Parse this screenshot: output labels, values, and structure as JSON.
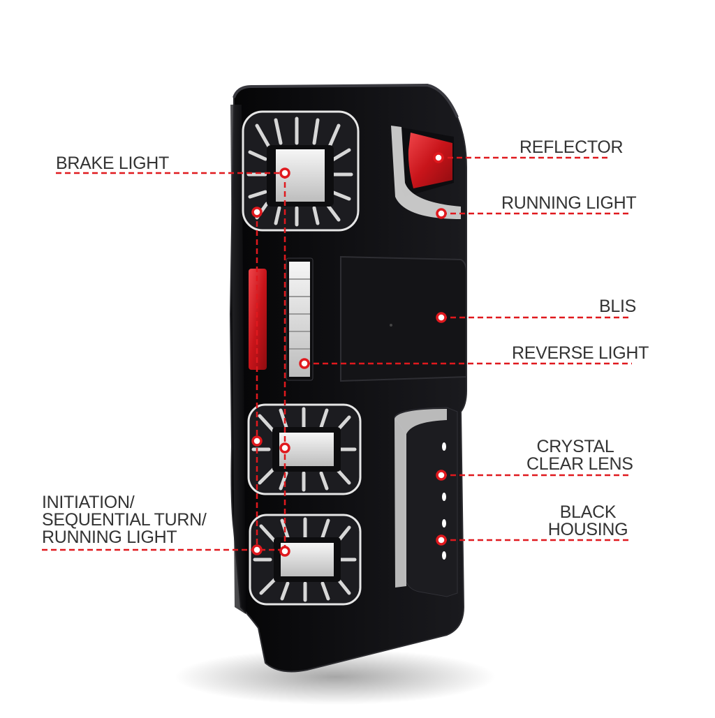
{
  "colors": {
    "leader_line": "#e0191e",
    "label_text": "#333333",
    "housing": "#0c0c0e",
    "red_lens": "#d01a1f",
    "clear_lens": "#e8e8e8"
  },
  "callouts": {
    "brake_light": {
      "label": "BRAKE LIGHT"
    },
    "reflector": {
      "label": "REFLECTOR"
    },
    "running_light": {
      "label": "RUNNING LIGHT"
    },
    "blis": {
      "label": "BLIS"
    },
    "reverse_light": {
      "label": "REVERSE LIGHT"
    },
    "crystal_clear_lens": {
      "line1": "CRYSTAL",
      "line2": "CLEAR LENS"
    },
    "black_housing": {
      "line1": "BLACK",
      "line2": "HOUSING"
    },
    "sequential_turn": {
      "line1": "INITIATION/",
      "line2": "SEQUENTIAL TURN/",
      "line3": "RUNNING LIGHT"
    }
  }
}
